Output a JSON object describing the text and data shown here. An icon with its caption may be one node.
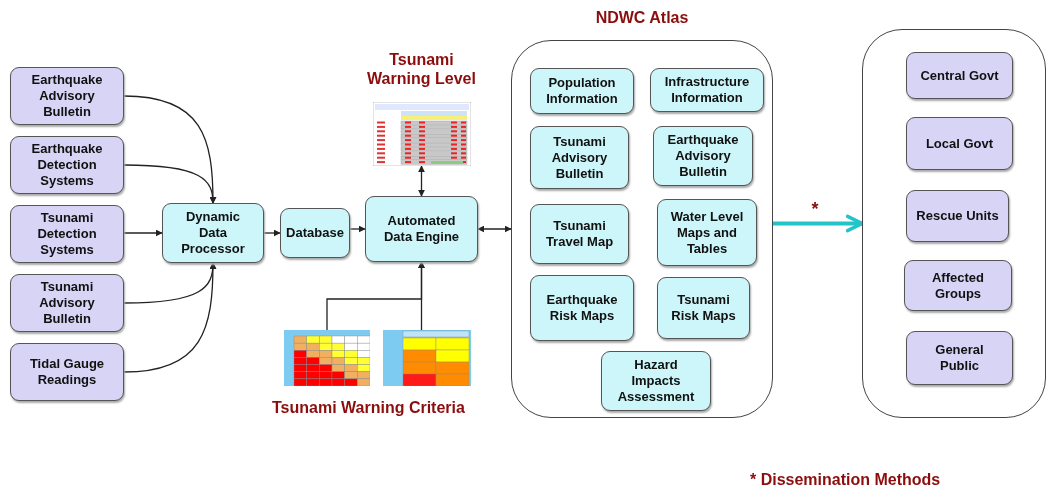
{
  "diagram": {
    "nodes": [
      {
        "text": [
          "Earthquake Advisory Bulletin"
        ]
      },
      {
        "text": [
          "Earthquake Detection Systems"
        ]
      },
      {
        "text": [
          "Tsunami Detection Systems"
        ]
      },
      {
        "text": [
          "Tsunami Advisory Bulletin"
        ]
      },
      {
        "text": [
          "Tidal Gauge Readings"
        ]
      },
      {
        "text": [
          "Dynamic Data Processor"
        ]
      },
      {
        "text": [
          "Database"
        ]
      },
      {
        "text": [
          "Automated Data Engine"
        ]
      },
      {
        "text": [
          "Tsunami Warning Level"
        ]
      },
      {
        "text": [],
        "shape": "picture"
      },
      {
        "text": [],
        "shape": "picture"
      },
      {
        "text": [
          "NDWC Atlas"
        ]
      },
      {
        "text": [
          "Population Information"
        ],
        "in": 11
      },
      {
        "text": [
          "Infrastructure Information"
        ],
        "in": 11
      },
      {
        "text": [
          "Tsunami Advisory Bulletin"
        ],
        "in": 11
      },
      {
        "text": [
          "Earthquake Advisory Bulletin"
        ],
        "in": 11
      },
      {
        "text": [
          "Tsunami Travel Map"
        ],
        "in": 11
      },
      {
        "text": [
          "Water Level Maps and Tables"
        ],
        "in": 11
      },
      {
        "text": [
          "Earthquake Risk Maps"
        ],
        "in": 11
      },
      {
        "text": [
          "Tsunami Risk Maps"
        ],
        "in": 11
      },
      {
        "text": [
          "Hazard Impacts Assessment"
        ],
        "in": 11
      },
      {
        "text": [],
        "shape": "box"
      },
      {
        "text": [
          "Central Govt"
        ],
        "in": 21
      },
      {
        "text": [
          "Local Govt"
        ],
        "in": 21
      },
      {
        "text": [
          "Rescue Units"
        ],
        "in": 21
      },
      {
        "text": [
          "Affected Groups"
        ],
        "in": 21
      },
      {
        "text": [
          "General Public"
        ],
        "in": 21
      }
    ],
    "edges": [
      {
        "from": 0,
        "to": 5,
        "arrow": "to"
      },
      {
        "from": 1,
        "to": 5,
        "arrow": "to"
      },
      {
        "from": 2,
        "to": 5,
        "arrow": "to"
      },
      {
        "from": 3,
        "to": 5,
        "arrow": "to"
      },
      {
        "from": 4,
        "to": 5,
        "arrow": "to"
      },
      {
        "from": 5,
        "to": 6,
        "arrow": "to"
      },
      {
        "from": 6,
        "to": 7,
        "arrow": "to"
      },
      {
        "from": 7,
        "to": 8,
        "arrow": "both"
      },
      {
        "from": 9,
        "to": 7,
        "arrow": "to"
      },
      {
        "from": 10,
        "to": 7,
        "arrow": "to"
      },
      {
        "from": 7,
        "to": 11,
        "arrow": "both"
      },
      {
        "from": 11,
        "to": 21,
        "arrow": "to",
        "label": "*",
        "style": "thick",
        "color": "#22c4c8"
      }
    ],
    "labels": [
      "Tsunami Warning Criteria",
      "* Dissemination Methods"
    ]
  }
}
